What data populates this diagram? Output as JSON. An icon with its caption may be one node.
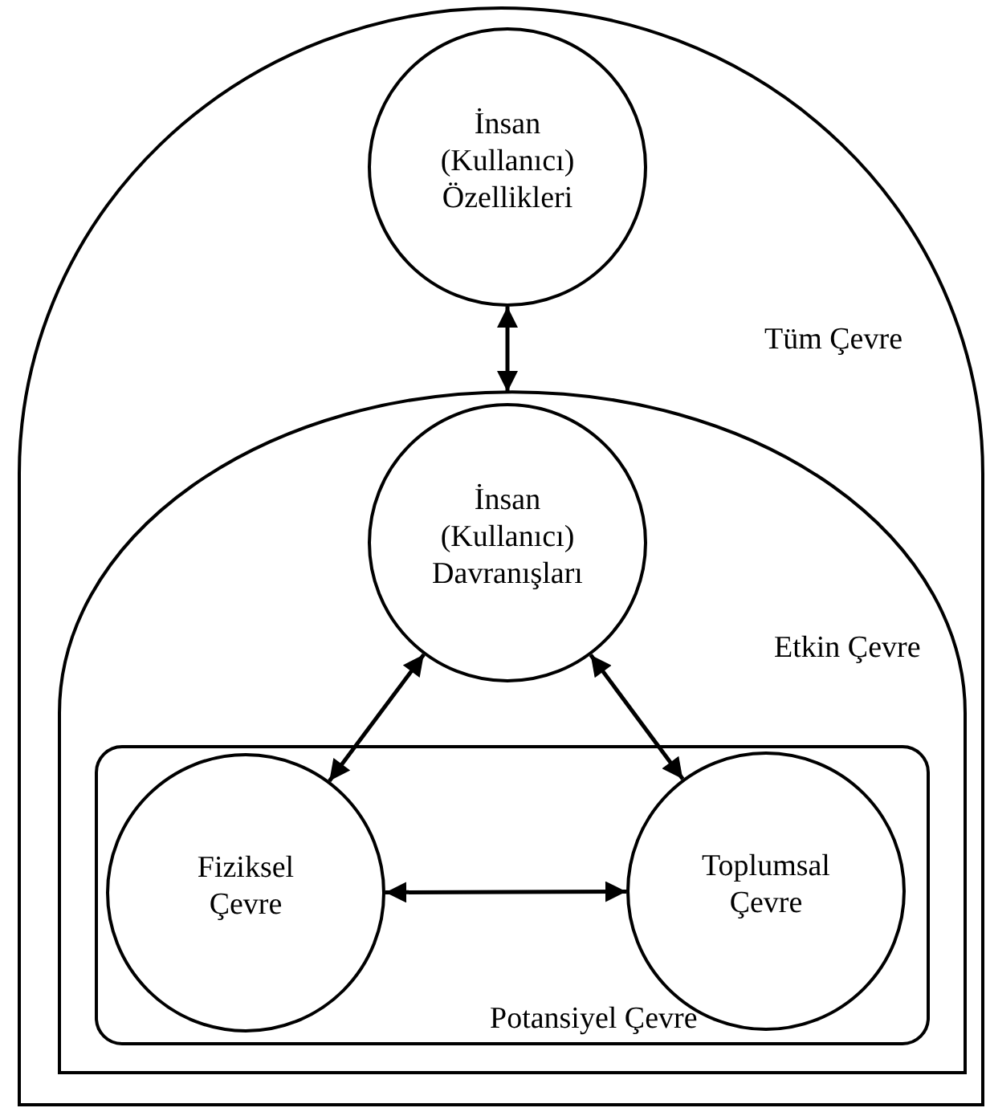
{
  "diagram": {
    "nodes": [
      {
        "text": [
          "Tüm Çevre"
        ]
      },
      {
        "text": [
          "İnsan (Kullanıcı) Özellikleri"
        ],
        "in": 0
      },
      {
        "text": [
          "Etkin Çevre"
        ],
        "in": 0
      },
      {
        "text": [
          "İnsan (Kullanıcı) Davranışları"
        ],
        "in": 2
      },
      {
        "text": [
          "Potansiyel Çevre"
        ],
        "in": 2
      },
      {
        "text": [
          "Fiziksel Çevre"
        ],
        "in": 4
      },
      {
        "text": [
          "Toplumsal Çevre"
        ],
        "in": 4
      }
    ],
    "edges": [
      {
        "from": 1,
        "to": 2,
        "arrow": "both"
      },
      {
        "from": 3,
        "to": 5,
        "arrow": "both"
      },
      {
        "from": 3,
        "to": 6,
        "arrow": "both"
      },
      {
        "from": 5,
        "to": 6,
        "arrow": "both"
      }
    ]
  }
}
